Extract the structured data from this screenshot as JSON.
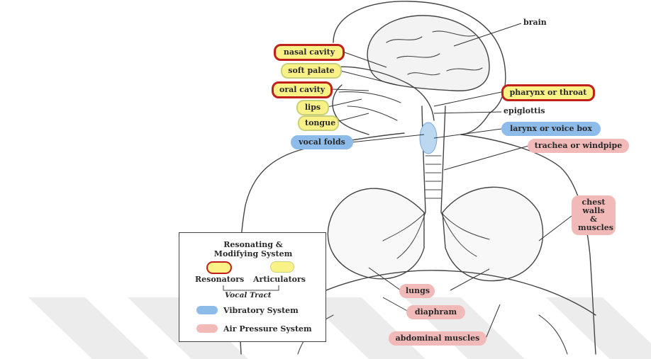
{
  "colors": {
    "resonator_fill": "#fbf287",
    "resonator_border": "#c0201c",
    "articulator_fill": "#fbf287",
    "vibratory": "#8ebcea",
    "air_pressure": "#f2b9b9"
  },
  "labels": {
    "brain": "brain",
    "nasal_cavity": "nasal cavity",
    "soft_palate": "soft palate",
    "oral_cavity": "oral cavity",
    "lips": "lips",
    "tongue": "tongue",
    "vocal_folds": "vocal folds",
    "pharynx": "pharynx or throat",
    "epiglottis": "epiglottis",
    "larynx": "larynx or voice box",
    "trachea": "trachea or windpipe",
    "chest_walls": "chest walls\n& muscles",
    "lungs": "lungs",
    "diaphram": "diaphram",
    "abdominal": "abdominal muscles"
  },
  "legend": {
    "title_line1": "Resonating &",
    "title_line2": "Modifying System",
    "resonators": "Resonators",
    "articulators": "Articulators",
    "vocal_tract": "Vocal Tract",
    "vibratory": "Vibratory System",
    "air_pressure": "Air Pressure System"
  }
}
